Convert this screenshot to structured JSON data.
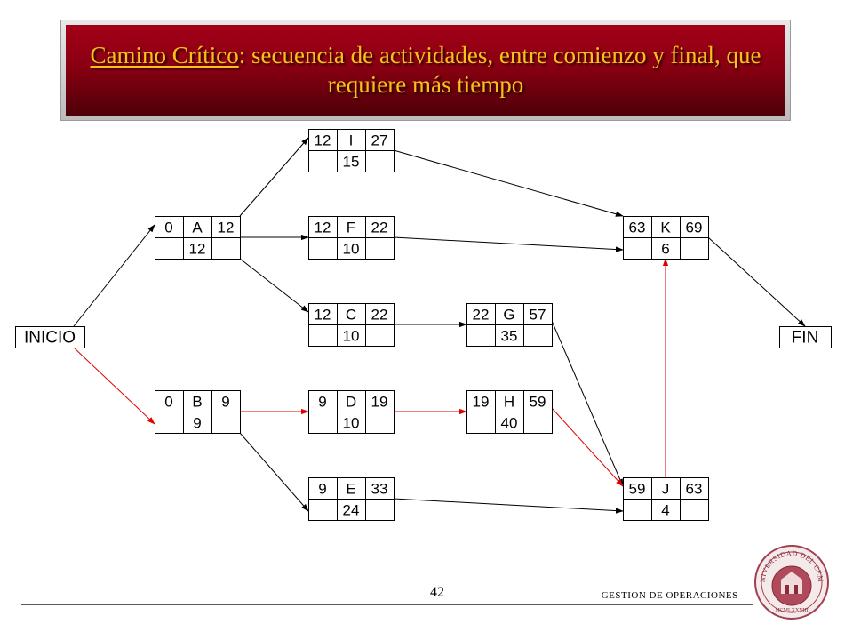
{
  "title": {
    "underlined": "Camino Crítico",
    "rest": ": secuencia de actividades, entre comienzo y final, que requiere más tiempo"
  },
  "colors": {
    "critical": "#e00000",
    "normal": "#000000",
    "title_bg": "#8a0012",
    "title_text": "#f6c21a"
  },
  "nodes": [
    {
      "id": "A",
      "es": "0",
      "ef": "12",
      "dur": "12"
    },
    {
      "id": "B",
      "es": "0",
      "ef": "9",
      "dur": "9"
    },
    {
      "id": "I",
      "es": "12",
      "ef": "27",
      "dur": "15"
    },
    {
      "id": "F",
      "es": "12",
      "ef": "22",
      "dur": "10"
    },
    {
      "id": "C",
      "es": "12",
      "ef": "22",
      "dur": "10"
    },
    {
      "id": "D",
      "es": "9",
      "ef": "19",
      "dur": "10"
    },
    {
      "id": "E",
      "es": "9",
      "ef": "33",
      "dur": "24"
    },
    {
      "id": "G",
      "es": "22",
      "ef": "57",
      "dur": "35"
    },
    {
      "id": "H",
      "es": "19",
      "ef": "59",
      "dur": "40"
    },
    {
      "id": "K",
      "es": "63",
      "ef": "69",
      "dur": "6"
    },
    {
      "id": "J",
      "es": "59",
      "ef": "63",
      "dur": "4"
    }
  ],
  "terminals": {
    "start": "INICIO",
    "end": "FIN"
  },
  "edges": [
    {
      "from": "INICIO",
      "to": "A",
      "critical": false
    },
    {
      "from": "INICIO",
      "to": "B",
      "critical": true
    },
    {
      "from": "A",
      "to": "I",
      "critical": false
    },
    {
      "from": "A",
      "to": "F",
      "critical": false
    },
    {
      "from": "A",
      "to": "C",
      "critical": false
    },
    {
      "from": "B",
      "to": "D",
      "critical": true
    },
    {
      "from": "B",
      "to": "E",
      "critical": false
    },
    {
      "from": "C",
      "to": "G",
      "critical": false
    },
    {
      "from": "D",
      "to": "H",
      "critical": true
    },
    {
      "from": "I",
      "to": "K",
      "critical": false
    },
    {
      "from": "F",
      "to": "K",
      "critical": false
    },
    {
      "from": "G",
      "to": "J",
      "critical": false
    },
    {
      "from": "H",
      "to": "J",
      "critical": true
    },
    {
      "from": "E",
      "to": "J",
      "critical": false
    },
    {
      "from": "J",
      "to": "K",
      "critical": true
    },
    {
      "from": "K",
      "to": "FIN",
      "critical": false
    }
  ],
  "footer": {
    "page_number": "42",
    "course": "- GESTION DE OPERACIONES –"
  },
  "logo": {
    "name": "university-seal-icon",
    "ring_text": "UNIVERSIDAD DEL CEMA",
    "year": "MCMLXXVIII"
  }
}
